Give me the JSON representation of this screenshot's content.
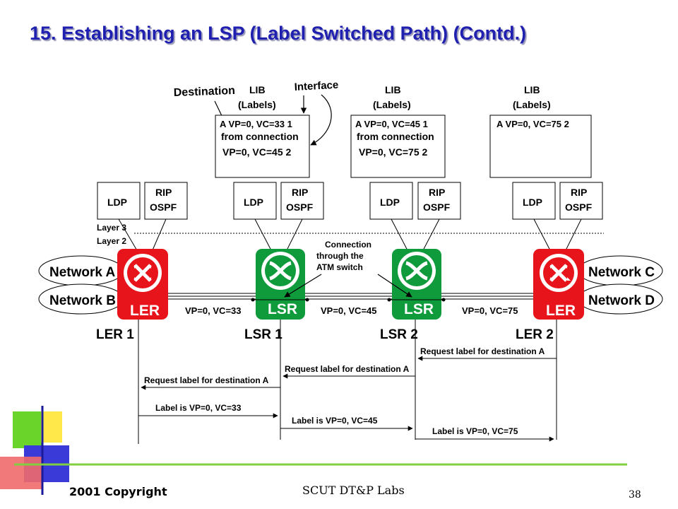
{
  "title": "15. Establishing an LSP (Label Switched Path) (Contd.)",
  "top_labels": {
    "destination": "Destination",
    "interface": "Interface"
  },
  "lib_tables": [
    {
      "heading": "LIB",
      "sub": "(Labels)",
      "lines": [
        "A   VP=0, VC=33   1",
        "from connection",
        "VP=0, VC=45   2"
      ]
    },
    {
      "heading": "LIB",
      "sub": "(Labels)",
      "lines": [
        "A   VP=0, VC=45   1",
        "from connection",
        "VP=0, VC=75   2"
      ]
    },
    {
      "heading": "LIB",
      "sub": "(Labels)",
      "lines": [
        "A   VP=0, VC=75   2",
        "",
        ""
      ]
    }
  ],
  "protocol_boxes": {
    "ldp": "LDP",
    "rip": "RIP",
    "ospf": "OSPF"
  },
  "layers": {
    "layer3": "Layer 3",
    "layer2": "Layer 2"
  },
  "networks": {
    "a": "Network A",
    "b": "Network B",
    "c": "Network C",
    "d": "Network D"
  },
  "device_labels": {
    "ler": "LER",
    "lsr": "LSR"
  },
  "node_names": [
    "LER 1",
    "LSR 1",
    "LSR 2",
    "LER 2"
  ],
  "connection_note": [
    "Connection",
    "through the",
    "ATM switch"
  ],
  "link_labels": [
    "VP=0, VC=33",
    "VP=0, VC=45",
    "VP=0, VC=75"
  ],
  "messages": [
    "Request label for destination A",
    "Request label for destination A",
    "Request label for destination A",
    "Label is VP=0, VC=33",
    "Label is VP=0, VC=45",
    "Label is VP=0, VC=75"
  ],
  "footer": {
    "copyright": "2001 Copyright",
    "lab": "SCUT DT&P Labs",
    "page": "38"
  },
  "colors": {
    "title": "#1f1fb0",
    "ler": "#e8141c",
    "lsr": "#0f9a3c",
    "rule": "#7fcf3f"
  }
}
